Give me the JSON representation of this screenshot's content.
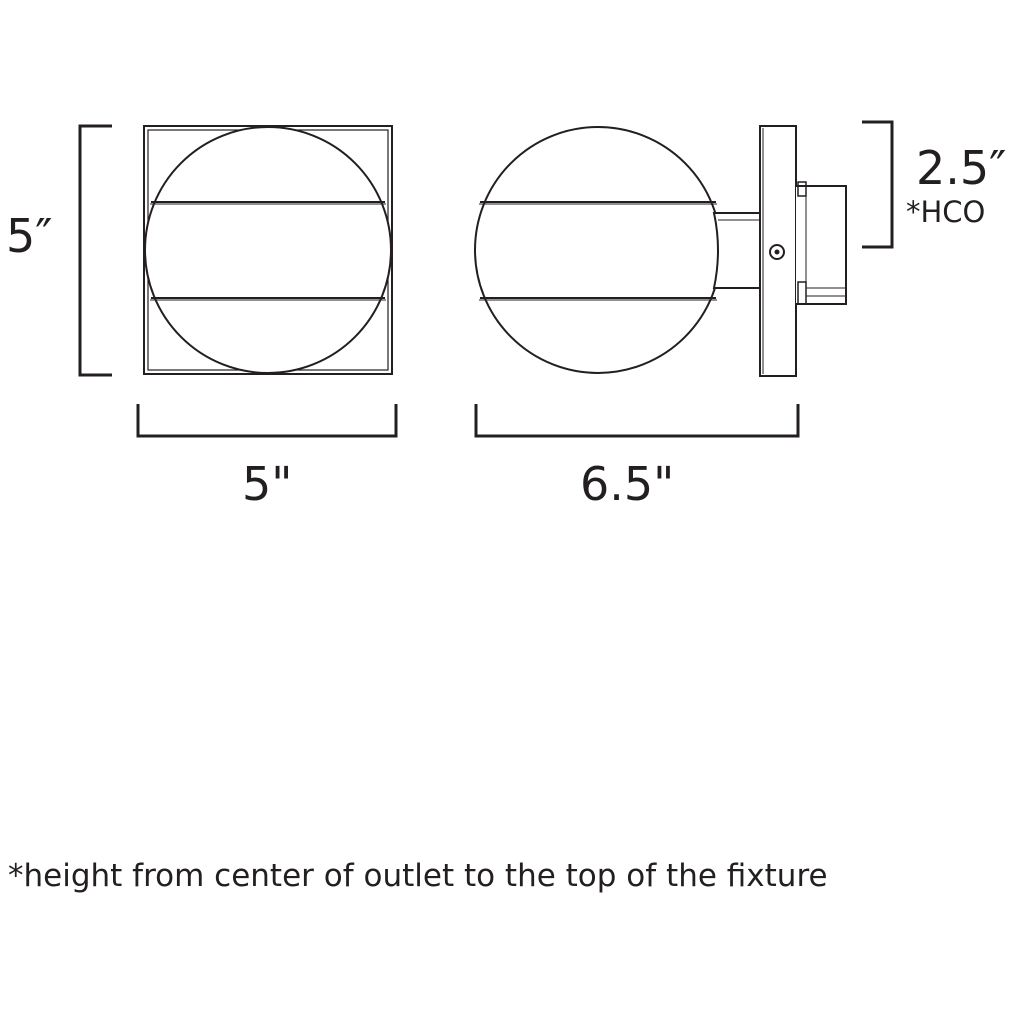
{
  "dimensions": {
    "front_height": "5″",
    "front_width": "5\"",
    "side_depth": "6.5\"",
    "hco_value": "2.5″",
    "hco_label": "*HCO"
  },
  "footnote": "*height from center of outlet to the top of the fixture"
}
